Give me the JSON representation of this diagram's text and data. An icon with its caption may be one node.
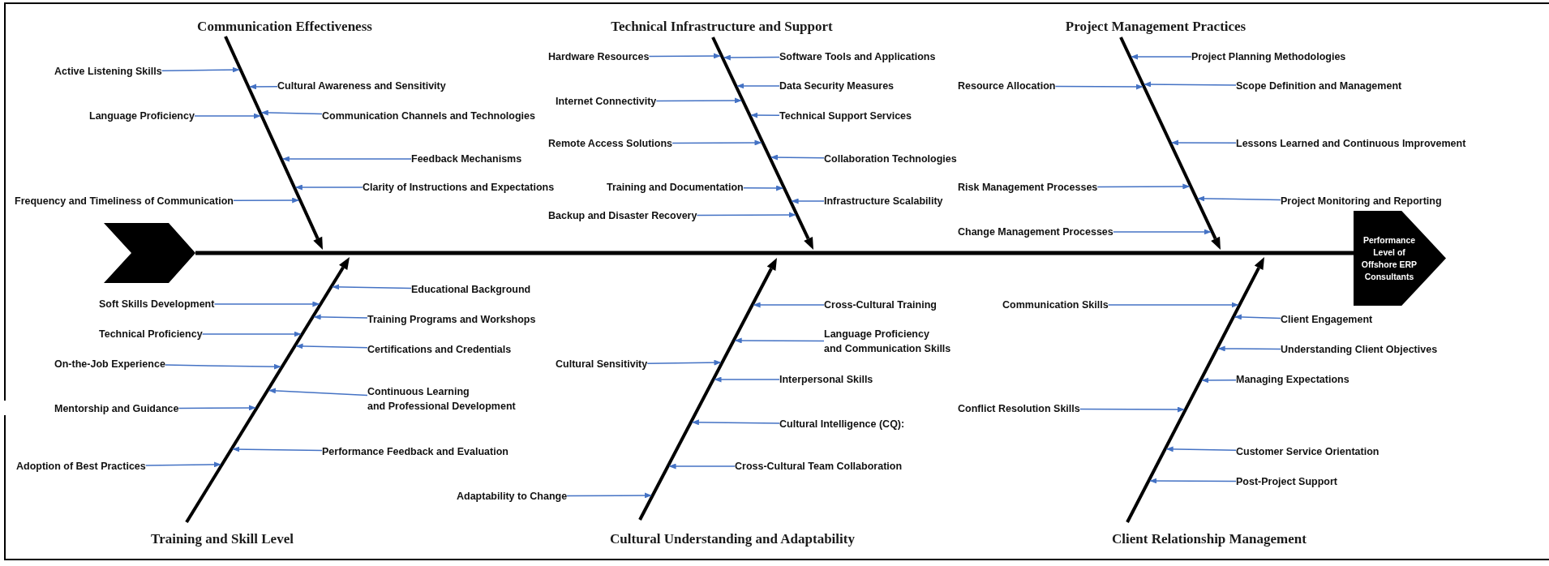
{
  "diagram": {
    "nodes": [
      {
        "text": [],
        "shape": "chevron"
      },
      {
        "text": [
          "Performance Level of Offshore ERP Consultants"
        ]
      },
      {
        "text": [
          "Communication Effectiveness"
        ]
      },
      {
        "text": [
          "Technical Infrastructure and Support"
        ]
      },
      {
        "text": [
          "Project Management Practices"
        ]
      },
      {
        "text": [
          "Active Listening Skills"
        ]
      },
      {
        "text": [
          "Cultural Awareness and Sensitivity"
        ]
      },
      {
        "text": [
          "Language Proficiency"
        ]
      },
      {
        "text": [
          "Communication Channels and Technologies"
        ]
      },
      {
        "text": [
          "Feedback Mechanisms"
        ]
      },
      {
        "text": [
          "Clarity of Instructions and Expectations"
        ]
      },
      {
        "text": [
          "Frequency and Timeliness of Communication"
        ]
      },
      {
        "text": [
          "Hardware Resources"
        ]
      },
      {
        "text": [
          "Software Tools and Applications"
        ]
      },
      {
        "text": [
          "Data Security Measures"
        ]
      },
      {
        "text": [
          "Internet Connectivity"
        ]
      },
      {
        "text": [
          "Technical Support Services"
        ]
      },
      {
        "text": [
          "Remote Access Solutions"
        ]
      },
      {
        "text": [
          "Collaboration Technologies"
        ]
      },
      {
        "text": [
          "Training and Documentation"
        ]
      },
      {
        "text": [
          "Infrastructure Scalability"
        ]
      },
      {
        "text": [
          "Backup and Disaster Recovery"
        ]
      },
      {
        "text": [
          "Resource Allocation"
        ]
      },
      {
        "text": [
          "Project Planning Methodologies"
        ]
      },
      {
        "text": [
          "Scope Definition and Management"
        ]
      },
      {
        "text": [
          "Lessons Learned and Continuous Improvement"
        ]
      },
      {
        "text": [
          "Risk Management Processes"
        ]
      },
      {
        "text": [
          "Project Monitoring and Reporting"
        ]
      },
      {
        "text": [
          "Change Management Processes"
        ]
      },
      {
        "text": [
          "Educational Background"
        ]
      },
      {
        "text": [
          "Soft Skills Development"
        ]
      },
      {
        "text": [
          "Training Programs and Workshops"
        ]
      },
      {
        "text": [
          "Technical Proficiency"
        ]
      },
      {
        "text": [
          "Certifications and Credentials"
        ]
      },
      {
        "text": [
          "On-the-Job Experience"
        ]
      },
      {
        "text": [
          "Continuous Learning and Professional Development"
        ]
      },
      {
        "text": [
          "Mentorship and Guidance"
        ]
      },
      {
        "text": [
          "Performance Feedback and Evaluation"
        ]
      },
      {
        "text": [
          "Adoption of Best Practices"
        ]
      },
      {
        "text": [
          "Cross-Cultural Training"
        ]
      },
      {
        "text": [
          "Language Proficiency and Communication Skills"
        ]
      },
      {
        "text": [
          "Cultural Sensitivity"
        ]
      },
      {
        "text": [
          "Interpersonal Skills"
        ]
      },
      {
        "text": [
          "Cultural Intelligence (CQ):"
        ]
      },
      {
        "text": [
          "Cross-Cultural Team Collaboration"
        ]
      },
      {
        "text": [
          "Adaptability to Change"
        ]
      },
      {
        "text": [
          "Communication Skills"
        ]
      },
      {
        "text": [
          "Client Engagement"
        ]
      },
      {
        "text": [
          "Understanding Client Objectives"
        ]
      },
      {
        "text": [
          "Managing Expectations"
        ]
      },
      {
        "text": [
          "Conflict Resolution Skills"
        ]
      },
      {
        "text": [
          "Customer Service Orientation"
        ]
      },
      {
        "text": [
          "Post-Project Support"
        ]
      },
      {
        "text": [
          "Training and Skill Level"
        ]
      },
      {
        "text": [
          "Cultural Understanding and Adaptability"
        ]
      },
      {
        "text": [
          "Client Relationship Management"
        ]
      },
      {
        "text": [],
        "shape": "bar"
      },
      {
        "text": [],
        "shape": "bar"
      },
      {
        "text": [],
        "shape": "bar"
      },
      {
        "text": [],
        "shape": "bar"
      },
      {
        "text": [],
        "shape": "bar"
      },
      {
        "text": [],
        "shape": "bar"
      }
    ],
    "edges": [
      {
        "from": 0,
        "to": 1,
        "arrow": "none",
        "style": "thick",
        "color": "#000000"
      },
      {
        "from": 5,
        "to": 56,
        "arrow": "to"
      },
      {
        "from": 6,
        "to": 56,
        "arrow": "to"
      },
      {
        "from": 7,
        "to": 56,
        "arrow": "to"
      },
      {
        "from": 8,
        "to": 56,
        "arrow": "to"
      },
      {
        "from": 9,
        "to": 56,
        "arrow": "to"
      },
      {
        "from": 10,
        "to": 56,
        "arrow": "to"
      },
      {
        "from": 11,
        "to": 56,
        "arrow": "to"
      },
      {
        "from": 12,
        "to": 57,
        "arrow": "to"
      },
      {
        "from": 13,
        "to": 57,
        "arrow": "to"
      },
      {
        "from": 14,
        "to": 57,
        "arrow": "to"
      },
      {
        "from": 15,
        "to": 57,
        "arrow": "to"
      },
      {
        "from": 16,
        "to": 57,
        "arrow": "to"
      },
      {
        "from": 17,
        "to": 57,
        "arrow": "to"
      },
      {
        "from": 18,
        "to": 57,
        "arrow": "to"
      },
      {
        "from": 19,
        "to": 57,
        "arrow": "to"
      },
      {
        "from": 20,
        "to": 57,
        "arrow": "to"
      },
      {
        "from": 21,
        "to": 57,
        "arrow": "to"
      },
      {
        "from": 22,
        "to": 58,
        "arrow": "to"
      },
      {
        "from": 23,
        "to": 58,
        "arrow": "to"
      },
      {
        "from": 24,
        "to": 58,
        "arrow": "to"
      },
      {
        "from": 25,
        "to": 58,
        "arrow": "to"
      },
      {
        "from": 26,
        "to": 58,
        "arrow": "to"
      },
      {
        "from": 27,
        "to": 58,
        "arrow": "to"
      },
      {
        "from": 28,
        "to": 58,
        "arrow": "to"
      },
      {
        "from": 29,
        "to": 59,
        "arrow": "to"
      },
      {
        "from": 30,
        "to": 59,
        "arrow": "to"
      },
      {
        "from": 31,
        "to": 59,
        "arrow": "to"
      },
      {
        "from": 32,
        "to": 59,
        "arrow": "to"
      },
      {
        "from": 33,
        "to": 59,
        "arrow": "to"
      },
      {
        "from": 34,
        "to": 59,
        "arrow": "to"
      },
      {
        "from": 35,
        "to": 59,
        "arrow": "to"
      },
      {
        "from": 36,
        "to": 59,
        "arrow": "to"
      },
      {
        "from": 37,
        "to": 59,
        "arrow": "to"
      },
      {
        "from": 38,
        "to": 59,
        "arrow": "to"
      },
      {
        "from": 39,
        "to": 60,
        "arrow": "to"
      },
      {
        "from": 40,
        "to": 60,
        "arrow": "to"
      },
      {
        "from": 41,
        "to": 60,
        "arrow": "to"
      },
      {
        "from": 42,
        "to": 60,
        "arrow": "to"
      },
      {
        "from": 43,
        "to": 60,
        "arrow": "to"
      },
      {
        "from": 44,
        "to": 60,
        "arrow": "to"
      },
      {
        "from": 45,
        "to": 60,
        "arrow": "to"
      },
      {
        "from": 46,
        "to": 61,
        "arrow": "to"
      },
      {
        "from": 47,
        "to": 61,
        "arrow": "to"
      },
      {
        "from": 48,
        "to": 61,
        "arrow": "to"
      },
      {
        "from": 49,
        "to": 61,
        "arrow": "to"
      },
      {
        "from": 50,
        "to": 61,
        "arrow": "to"
      },
      {
        "from": 51,
        "to": 61,
        "arrow": "to"
      },
      {
        "from": 52,
        "to": 61,
        "arrow": "to"
      }
    ]
  }
}
